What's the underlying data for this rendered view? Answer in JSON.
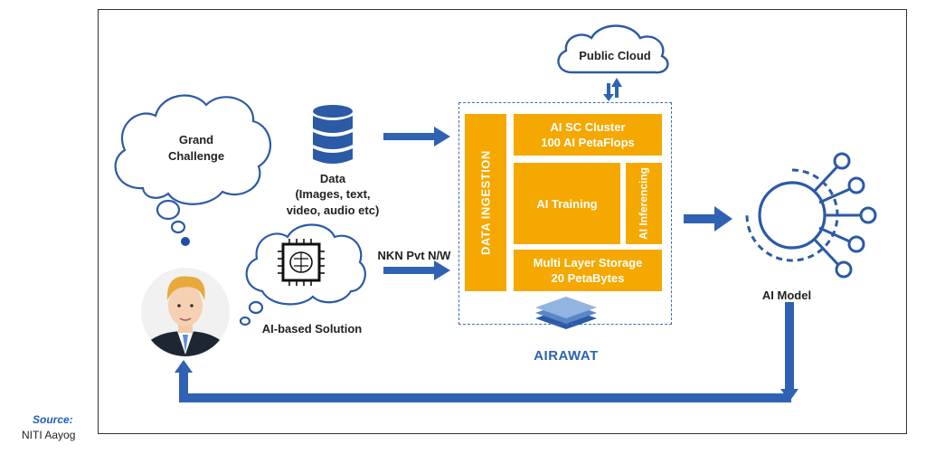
{
  "labels": {
    "grand_challenge": "Grand Challenge",
    "data_title": "Data",
    "data_sub": "(Images, text, video, audio etc)",
    "nkn": "NKN Pvt N/W",
    "ai_solution": "AI-based Solution",
    "public_cloud": "Public Cloud",
    "ai_model": "AI Model",
    "airawat": "AIRAWAT"
  },
  "airawat_blocks": {
    "data_ingestion": "DATA INGESTION",
    "sc_cluster": "AI SC Cluster\n100 AI PetaFlops",
    "ai_training": "AI Training",
    "ai_inferencing": "AI Inferencing",
    "storage": "Multi Layer Storage\n20 PetaBytes"
  },
  "source": {
    "label": "Source:",
    "value": "NITI Aayog"
  },
  "colors": {
    "accent_orange": "#f5a800",
    "arrow_blue": "#2f62b3",
    "outline_blue": "#2b5aa6"
  }
}
